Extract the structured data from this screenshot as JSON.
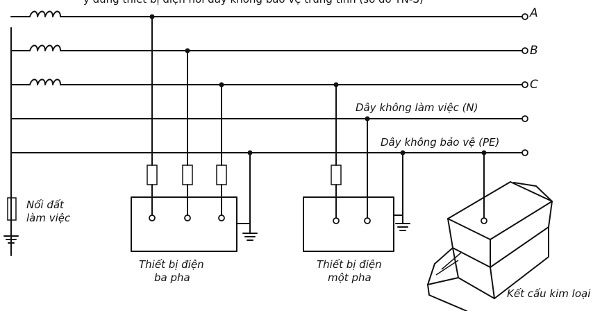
{
  "header_fragment": "y dùng thiết bị điện nối dây không bảo vệ trung tính (sơ đồ TN-S)",
  "terminals": {
    "a": "A",
    "b": "B",
    "c": "C"
  },
  "conductors": {
    "neutral": "Dây không làm việc (N)",
    "protective": "Dây không bảo vệ (PE)"
  },
  "grounding": {
    "line1": "Nối đất",
    "line2": "làm việc"
  },
  "three_phase_device": {
    "line1": "Thiết bị điện",
    "line2": "ba pha"
  },
  "single_phase_device": {
    "line1": "Thiết bị điện",
    "line2": "một pha"
  },
  "metal_structure": "Kết cấu kim loại"
}
